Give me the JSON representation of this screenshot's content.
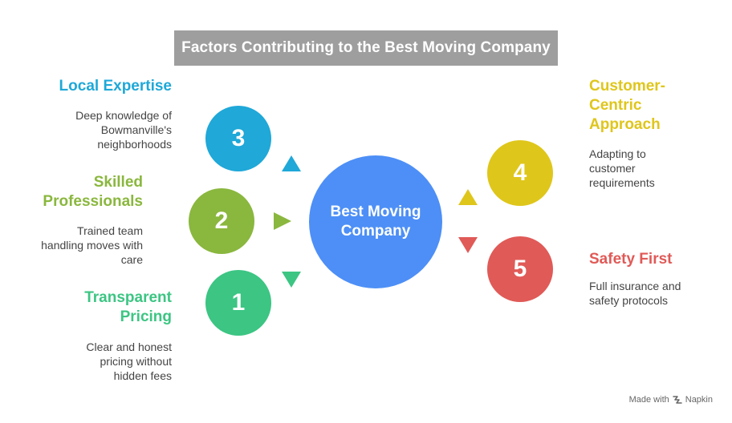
{
  "title": "Factors Contributing to the Best Moving Company",
  "center": {
    "line1": "Best Moving",
    "line2": "Company"
  },
  "colors": {
    "blue": "#1fa8d8",
    "green": "#8ab73e",
    "teal": "#3cc583",
    "yellow": "#dfc61b",
    "red": "#e05a57",
    "center": "#4d8ff6",
    "title_bg": "#9e9e9e"
  },
  "factors": [
    {
      "number": "3",
      "heading_line1": "Local Expertise",
      "heading_line2": "",
      "desc_lines": [
        "Deep knowledge of",
        "Bowmanville's",
        "neighborhoods"
      ]
    },
    {
      "number": "2",
      "heading_line1": "Skilled",
      "heading_line2": "Professionals",
      "desc_lines": [
        "Trained team",
        "handling moves with",
        "care"
      ]
    },
    {
      "number": "1",
      "heading_line1": "Transparent",
      "heading_line2": "Pricing",
      "desc_lines": [
        "Clear and honest",
        "pricing without",
        "hidden fees"
      ]
    },
    {
      "number": "4",
      "heading_lines": [
        "Customer-",
        "Centric",
        "Approach"
      ],
      "desc_lines": [
        "Adapting to",
        "customer",
        "requirements"
      ]
    },
    {
      "number": "5",
      "heading_line1": "Safety First",
      "heading_line2": "",
      "desc_lines": [
        "Full insurance and",
        "safety protocols"
      ]
    }
  ],
  "footer": {
    "made_with": "Made with",
    "brand": "Napkin",
    "icon": "napkin-logo-icon"
  }
}
